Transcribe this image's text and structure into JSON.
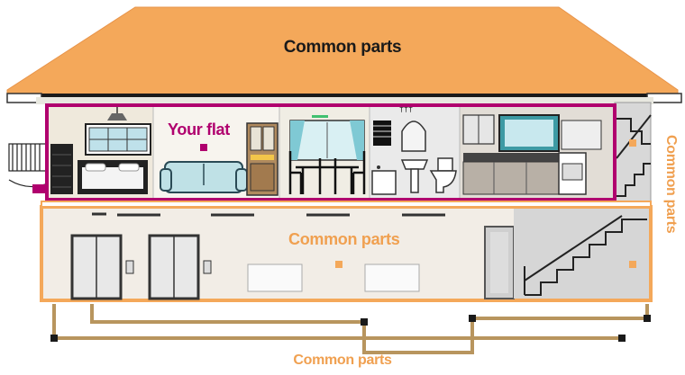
{
  "labels": {
    "roof": "Common parts",
    "flat": "Your flat",
    "lower_floor": "Common parts",
    "side": "Common parts",
    "bottom": "Common parts"
  },
  "colors": {
    "common_parts": "#f4a85a",
    "common_label": "#f0a050",
    "flat_highlight": "#b0006e",
    "roof_dark": "#1a1a1a"
  },
  "icons": [
    "ceiling-lamp-icon",
    "window-icon",
    "bed-icon",
    "chest-of-drawers-icon",
    "sofa-icon",
    "cabinet-icon",
    "dining-table-icon",
    "curtained-window-icon",
    "radiator-icon",
    "bathtub-icon",
    "sink-icon",
    "toilet-icon",
    "mirror-icon",
    "kitchen-counter-icon",
    "tv-icon",
    "cooker-icon",
    "staircase-icon",
    "lift-door-icon",
    "balcony-icon"
  ]
}
